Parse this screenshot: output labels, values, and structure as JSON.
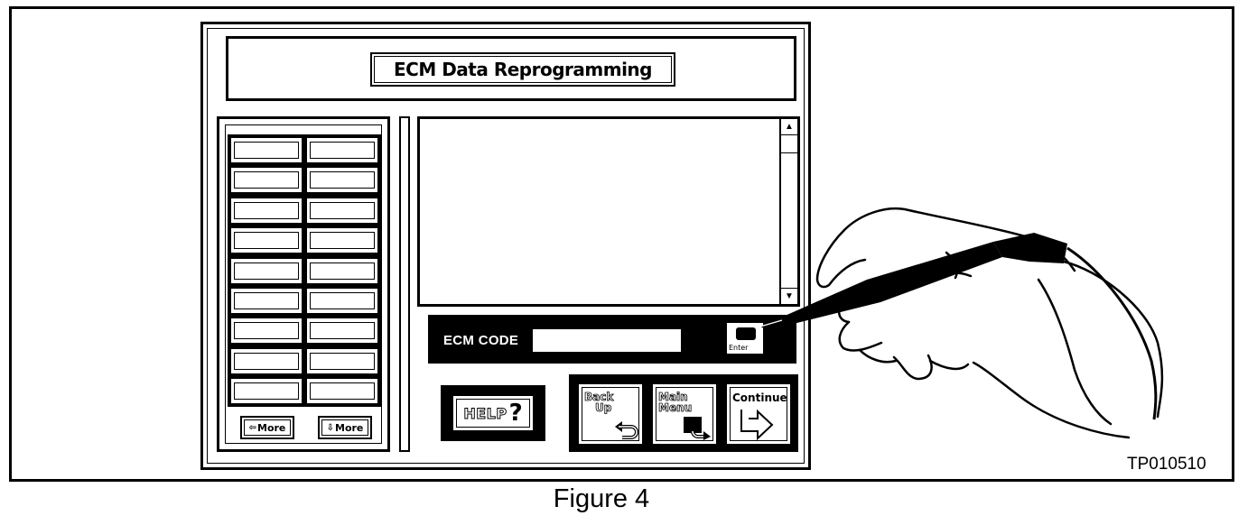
{
  "title": "ECM Data Reprogramming",
  "left_panel": {
    "slots_per_column": 9,
    "more_left_label": "More",
    "more_right_label": "More"
  },
  "code_bar": {
    "label": "ECM CODE",
    "value": "",
    "enter_key_label": "Enter"
  },
  "buttons": {
    "help_label": "HELP",
    "help_symbol": "?",
    "back_up_label_1": "Back",
    "back_up_label_2": "Up",
    "main_menu_label_1": "Main",
    "main_menu_label_2": "Menu",
    "continue_label": "Continue"
  },
  "figure": {
    "caption": "Figure 4",
    "code": "TP010510"
  },
  "icons": [
    "more-arrow-icon",
    "scroll-up-arrow-icon",
    "scroll-down-arrow-icon",
    "keyboard-icon",
    "undo-arrow-icon",
    "menu-arrow-icon",
    "continue-arrow-icon",
    "stylus-hand-icon"
  ]
}
